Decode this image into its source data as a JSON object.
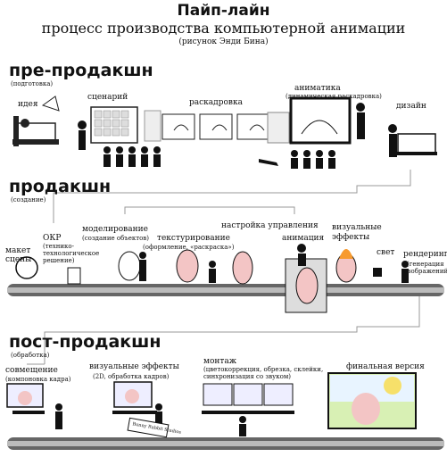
{
  "header": {
    "title": "Пайп-лайн",
    "subtitle": "процесс производства компьютерной анимации",
    "credit": "(рисунок Энди Бина)"
  },
  "pre": {
    "title": "пре-продакшн",
    "subtitle": "(подготовка)",
    "idea": "идея",
    "script": "сценарий",
    "storyboard": "раскадровка",
    "animatic": "аниматика",
    "animatic_note": "(динамическая раскадровка)",
    "design": "дизайн"
  },
  "prod": {
    "title": "продакшн",
    "subtitle": "(создание)",
    "layout": "макет",
    "layout2": "сцены",
    "okr": "ОКР",
    "okr_note1": "(технико-",
    "okr_note2": "технологическое",
    "okr_note3": "решение)",
    "modeling": "моделирование",
    "modeling_note": "(создание объектов)",
    "texturing": "текстурирование",
    "texturing_note": "(оформление, «раскраска»)",
    "rigging": "настройка управления",
    "animation": "анимация",
    "vfx": "визуальные",
    "vfx2": "эффекты",
    "light": "свет",
    "render": "рендеринг",
    "render_note1": "(генерация",
    "render_note2": "изображений)"
  },
  "post": {
    "title": "пост-продакшн",
    "subtitle": "(обработка)",
    "compositing": "совмещение",
    "compositing_note": "(компоновка кадра)",
    "vfx": "визуальные эффекты",
    "vfx_note": "(2D, обработка кадров)",
    "editing": "монтаж",
    "editing_note1": "(цветокоррекция, обрезка, склейки,",
    "editing_note2": "синхронизация со звуком)",
    "final": "финальная версия",
    "sign": "Bunny Rabbit Studios"
  }
}
